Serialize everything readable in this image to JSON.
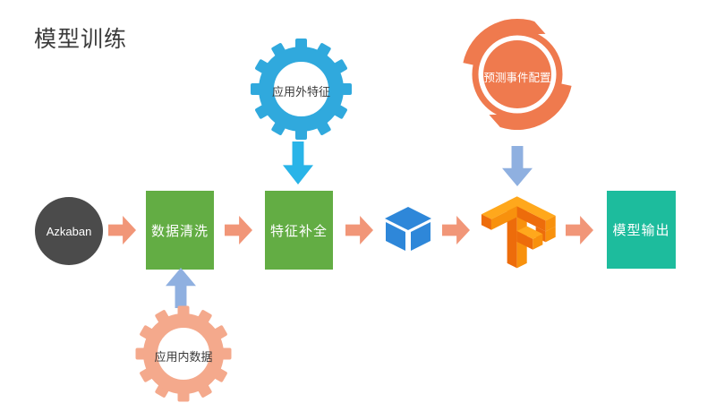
{
  "title": "模型训练",
  "nodes": {
    "azkaban": {
      "label": "Azkaban"
    },
    "data_cleaning": {
      "label": "数据清洗"
    },
    "feature_completion": {
      "label": "特征补全"
    },
    "model_output": {
      "label": "模型输出"
    }
  },
  "inputs": {
    "external_app_features": {
      "label": "应用外特征"
    },
    "in_app_data": {
      "label": "应用内数据"
    },
    "prediction_event_config": {
      "label": "预测事件配置"
    }
  },
  "icons": {
    "external_features": "gear-icon",
    "in_app_data": "gear-icon",
    "prediction_config": "sync-circle-icon",
    "package": "cube-icon",
    "framework": "tensorflow-logo",
    "flow": "arrow-right-icon"
  },
  "colors": {
    "title_text": "#3a3a3a",
    "azkaban_circle": "#4b4b4b",
    "green_box": "#63ad44",
    "teal_box": "#1dbc9d",
    "flow_arrow": "#f19678",
    "cyan_arrow": "#29b4e8",
    "soft_blue_arrow": "#8fb0e0",
    "blue_gear": "#30a9dd",
    "orange_gear": "#f4a98c",
    "sync_icon": "#ef7a4e",
    "cube_blue": "#2e87d9",
    "tf_light": "#ffa81c",
    "tf_mid": "#f8910d",
    "tf_dark": "#ed6c0b"
  }
}
